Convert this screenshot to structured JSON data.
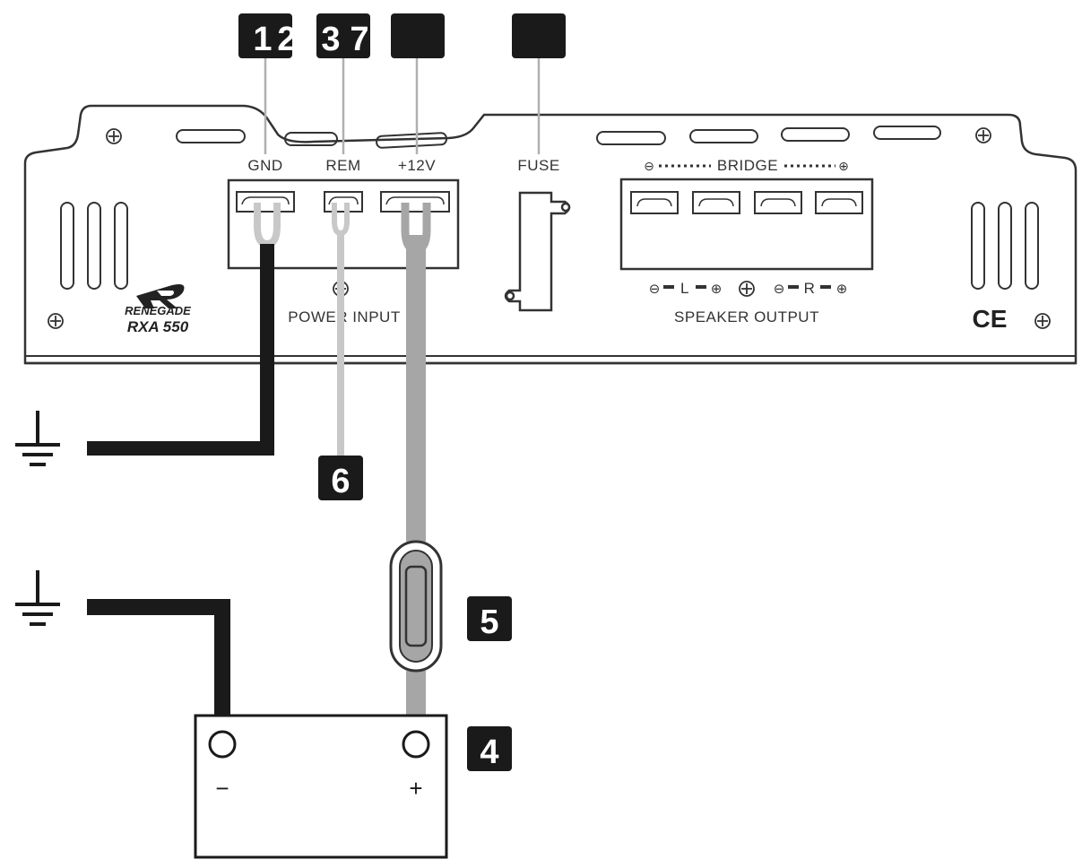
{
  "badges": {
    "b1": "1",
    "b2": "2",
    "b3": "3",
    "b7": "7",
    "b12v": "",
    "bfuse": "",
    "b6": "6",
    "b5": "5",
    "b4": "4"
  },
  "terminals": {
    "gnd": "GND",
    "rem": "REM",
    "plus12": "+12V",
    "fuse": "FUSE"
  },
  "bridge_label": "BRIDGE",
  "power_input_label": "POWER INPUT",
  "speaker": {
    "output_label": "SPEAKER OUTPUT",
    "left": "L",
    "right": "R"
  },
  "brand": {
    "name": "RENEGADE",
    "model": "RXA 550"
  },
  "ce_mark": "CE",
  "battery": {
    "neg": "−",
    "pos": "+"
  },
  "colors": {
    "badge": "#1a1a1a",
    "gnd_wire": "#1a1a1a",
    "rem_wire": "#c8c8c8",
    "power_wire": "#a6a6a6",
    "outline": "#333333"
  }
}
